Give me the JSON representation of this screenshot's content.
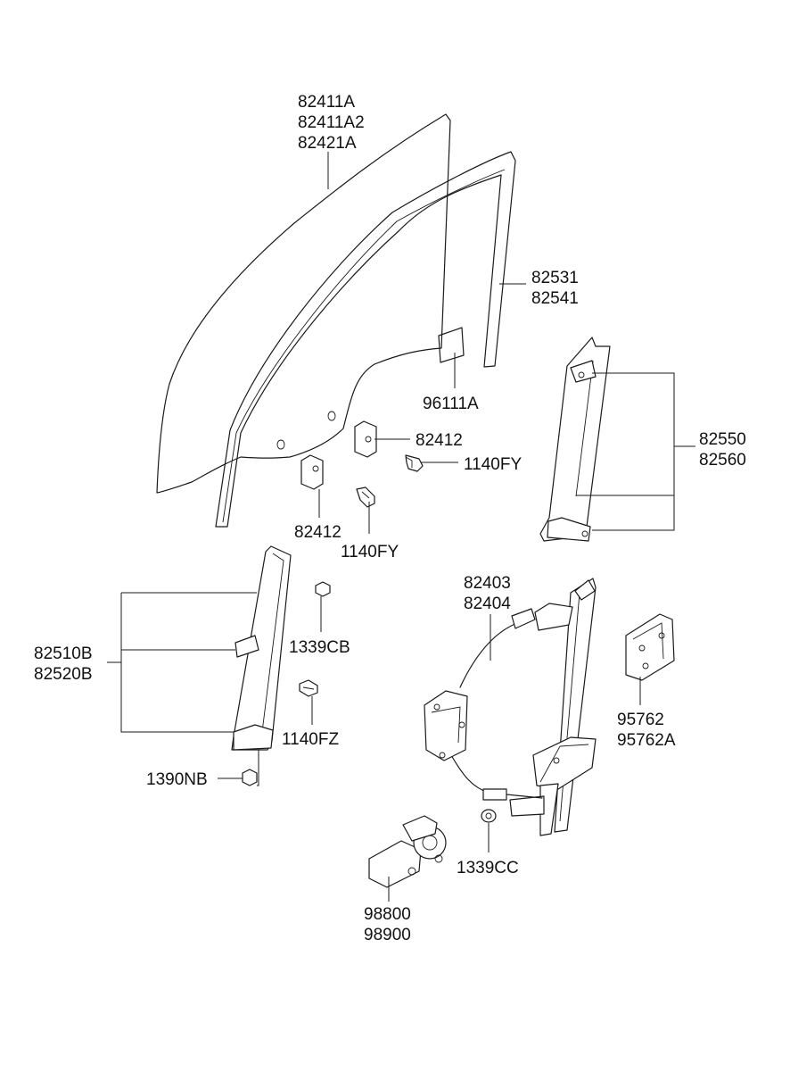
{
  "labels": {
    "glass": [
      "82411A",
      "82411A2",
      "82421A"
    ],
    "run_channel": [
      "82531",
      "82541"
    ],
    "sticker": "96111A",
    "glass_holder_right": "82412",
    "bolt_right": "1140FY",
    "glass_holder_left": "82412",
    "bolt_left": "1140FY",
    "rear_sash": [
      "82550",
      "82560"
    ],
    "front_sash": [
      "82510B",
      "82520B"
    ],
    "nut_cb": "1339CB",
    "bolt_fz": "1140FZ",
    "nut_nb": "1390NB",
    "regulator": [
      "82403",
      "82404"
    ],
    "module": [
      "95762",
      "95762A"
    ],
    "nut_cc": "1339CC",
    "motor": [
      "98800",
      "98900"
    ]
  }
}
